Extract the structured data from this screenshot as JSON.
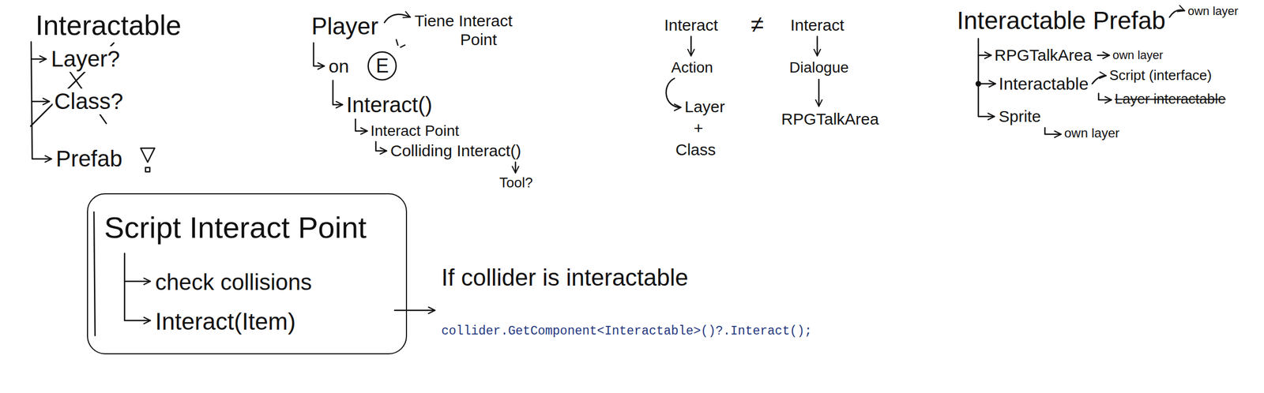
{
  "diagram": {
    "nodes": [
      {
        "text": [
          "E"
        ]
      },
      {
        "text": [
          "Script Interact Point",
          "check collisions",
          "Interact(Item)"
        ]
      }
    ],
    "labels": [
      "Interactable",
      "Layer?",
      "Class?",
      "Prefab",
      "Player",
      "Tiene Interact Point",
      "on",
      "Interact()",
      "Interact Point",
      "Colliding Interact()",
      "Tool?",
      "Interact",
      "≠",
      "Interact",
      "Action",
      "Dialogue",
      "Layer",
      "+",
      "Class",
      "RPGTalkArea",
      "Interactable Prefab",
      "own layer",
      "RPGTalkArea",
      "own layer",
      "Interactable",
      "Script (interface)",
      "Layer interactable",
      "Sprite",
      "own layer",
      "If collider is interactable",
      "collider.GetComponent<Interactable>()?.Interact();"
    ]
  }
}
